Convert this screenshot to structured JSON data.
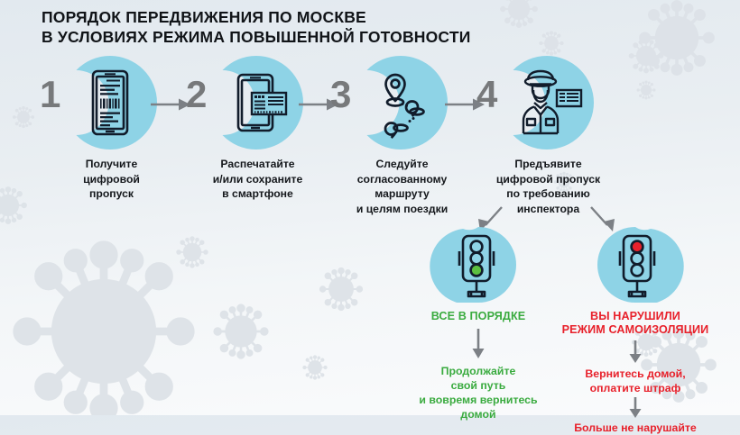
{
  "meta": {
    "background_top": "#e2e9ef",
    "background_bottom": "#fafbfc",
    "accent_blue": "#8ed3e6",
    "accent_green": "#3aab3f",
    "accent_red": "#e8212b",
    "ink": "#15181c",
    "number_gray": "#77797b",
    "arrow_gray": "#7c8085",
    "virus_gray": "#dfe3e7"
  },
  "title": {
    "line1": "ПОРЯДОК ПЕРЕДВИЖЕНИЯ ПО МОСКВЕ",
    "line2": "В УСЛОВИЯХ РЕЖИМА ПОВЫШЕННОЙ ГОТОВНОСТИ"
  },
  "steps": [
    {
      "number": "1",
      "icon": "smartphone-digital-pass-icon",
      "label_lines": [
        "Получите",
        "цифровой",
        "пропуск"
      ]
    },
    {
      "number": "2",
      "icon": "smartphone-printout-icon",
      "label_lines": [
        "Распечатайте",
        "и/или сохраните",
        "в смартфоне"
      ]
    },
    {
      "number": "3",
      "icon": "map-route-pin-icon",
      "label_lines": [
        "Следуйте",
        "согласованному",
        "маршруту",
        "и целям поездки"
      ]
    },
    {
      "number": "4",
      "icon": "inspector-officer-icon",
      "label_lines": [
        "Предъявите",
        "цифровой пропуск",
        "по требованию",
        "инспектора"
      ]
    }
  ],
  "outcomes": [
    {
      "icon": "traffic-light-green-icon",
      "light": "green",
      "heading_lines": [
        "ВСЕ В ПОРЯДКЕ"
      ],
      "body_lines": [
        "Продолжайте",
        "свой путь",
        "и вовремя вернитесь",
        "домой"
      ],
      "color": "#3aab3f"
    },
    {
      "icon": "traffic-light-red-icon",
      "light": "red",
      "heading_lines": [
        "ВЫ НАРУШИЛИ",
        "РЕЖИМ САМОИЗОЛЯЦИИ"
      ],
      "body_lines": [
        "Вернитесь домой,",
        "оплатите штраф"
      ],
      "body2_lines": [
        "Больше не нарушайте"
      ],
      "color": "#e8212b"
    }
  ]
}
